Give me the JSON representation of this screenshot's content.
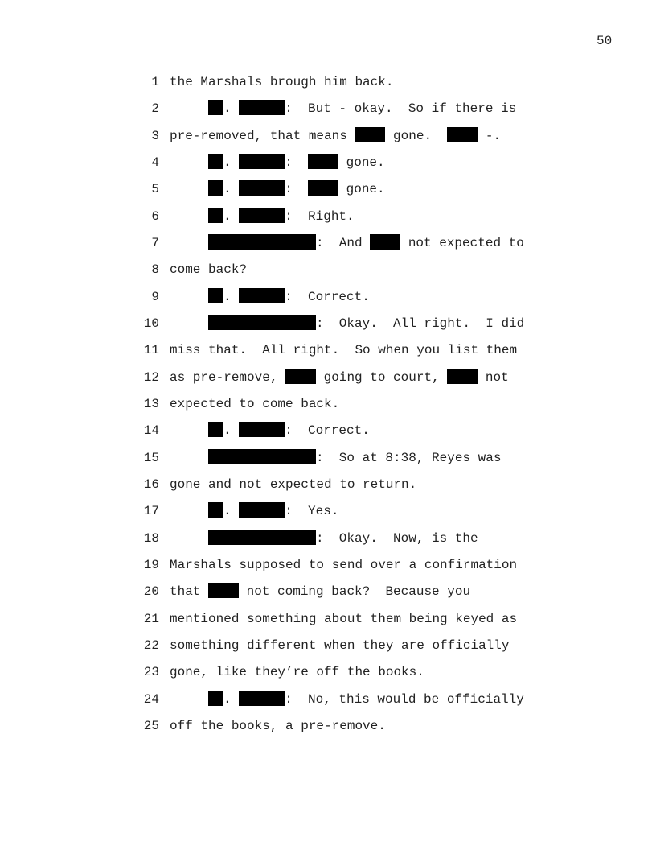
{
  "page_number": "50",
  "lines": [
    {
      "n": "1",
      "t": [
        "the Marshals brough him back."
      ]
    },
    {
      "n": "2",
      "t": [
        ". ",
        ":  But - okay.  So if there is"
      ]
    },
    {
      "n": "3",
      "t": [
        "pre-removed, that means ",
        " gone.  ",
        " -."
      ]
    },
    {
      "n": "4",
      "t": [
        ". ",
        ":  ",
        " gone."
      ]
    },
    {
      "n": "5",
      "t": [
        ". ",
        ":  ",
        " gone."
      ]
    },
    {
      "n": "6",
      "t": [
        ". ",
        ":  Right."
      ]
    },
    {
      "n": "7",
      "t": [
        ":  And ",
        " not expected to"
      ]
    },
    {
      "n": "8",
      "t": [
        "come back?"
      ]
    },
    {
      "n": "9",
      "t": [
        ". ",
        ":  Correct."
      ]
    },
    {
      "n": "10",
      "t": [
        ":  Okay.  All right.  I did"
      ]
    },
    {
      "n": "11",
      "t": [
        "miss that.  All right.  So when you list them"
      ]
    },
    {
      "n": "12",
      "t": [
        "as pre-remove, ",
        " going to court, ",
        " not"
      ]
    },
    {
      "n": "13",
      "t": [
        "expected to come back."
      ]
    },
    {
      "n": "14",
      "t": [
        ". ",
        ":  Correct."
      ]
    },
    {
      "n": "15",
      "t": [
        ":  So at 8:38, Reyes was"
      ]
    },
    {
      "n": "16",
      "t": [
        "gone and not expected to return."
      ]
    },
    {
      "n": "17",
      "t": [
        ". ",
        ":  Yes."
      ]
    },
    {
      "n": "18",
      "t": [
        ":  Okay.  Now, is the"
      ]
    },
    {
      "n": "19",
      "t": [
        "Marshals supposed to send over a confirmation"
      ]
    },
    {
      "n": "20",
      "t": [
        "that ",
        " not coming back?  Because you"
      ]
    },
    {
      "n": "21",
      "t": [
        "mentioned something about them being keyed as"
      ]
    },
    {
      "n": "22",
      "t": [
        "something different when they are officially"
      ]
    },
    {
      "n": "23",
      "t": [
        "gone, like they’re off the books."
      ]
    },
    {
      "n": "24",
      "t": [
        ". ",
        ":  No, this would be officially"
      ]
    },
    {
      "n": "25",
      "t": [
        "off the books, a pre-remove."
      ]
    }
  ]
}
